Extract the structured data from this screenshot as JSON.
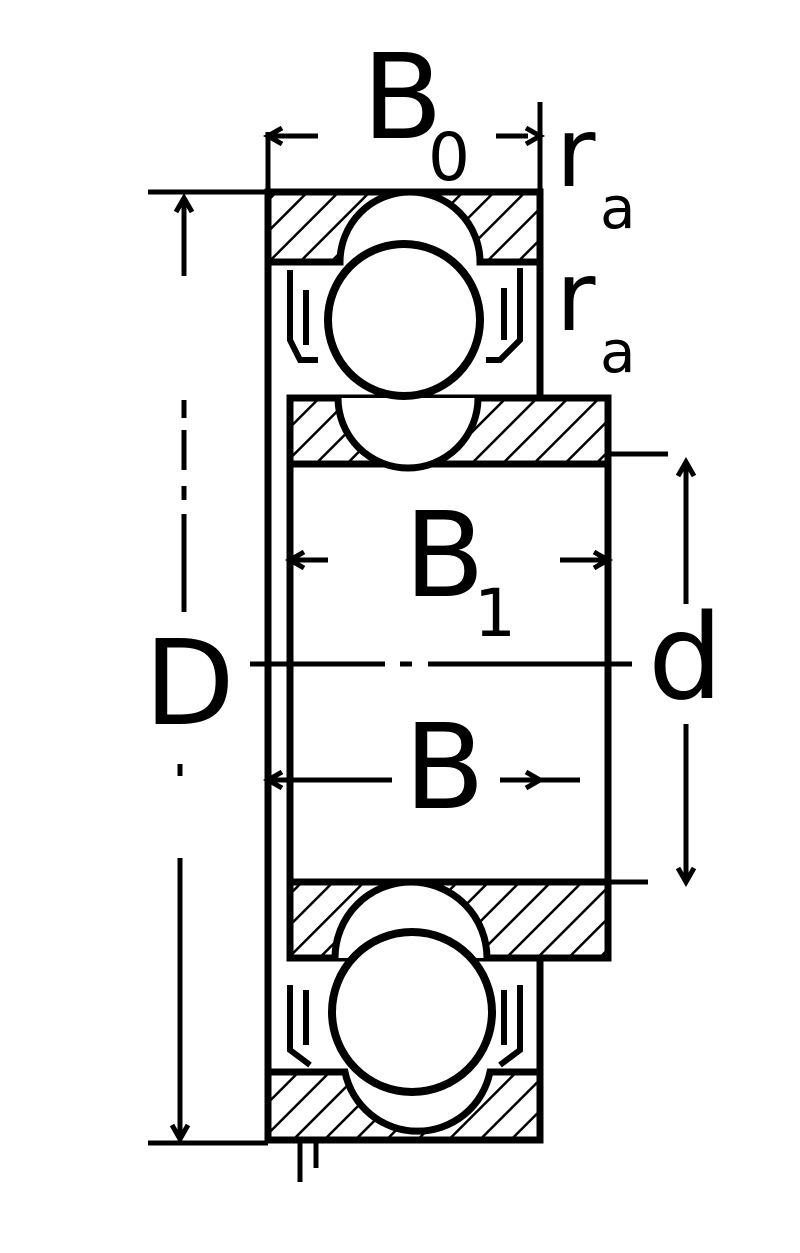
{
  "labels": {
    "b0_main": "B",
    "b0_sub": "0",
    "ra_top_main": "r",
    "ra_top_sub": "a",
    "ra_mid_main": "r",
    "ra_mid_sub": "a",
    "b1_main": "B",
    "b1_sub": "1",
    "b": "B",
    "d_outer": "D",
    "d_inner": "d"
  },
  "colors": {
    "ink": "#000000",
    "paper": "#ffffff"
  }
}
